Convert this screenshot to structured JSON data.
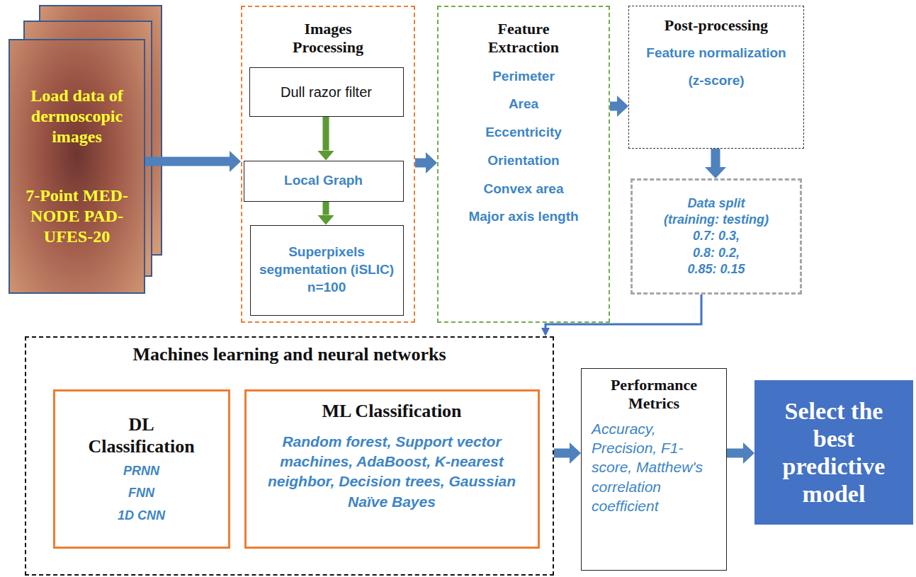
{
  "diagram": {
    "nodes": [
      {
        "text": [
          "Load data of dermoscopic images",
          "7-Point MED-NODE PAD-UFES-20"
        ]
      },
      {
        "text": [
          "Images Processing"
        ]
      },
      {
        "text": [
          "Dull razor filter"
        ],
        "in": 1
      },
      {
        "text": [
          "Local Graph"
        ],
        "in": 1
      },
      {
        "text": [
          "Superpixels segmentation (iSLIC) n=100"
        ],
        "in": 1
      },
      {
        "text": [
          "Feature Extraction",
          "Perimeter",
          "Area",
          "Eccentricity",
          "Orientation",
          "Convex area",
          "Major axis length"
        ]
      },
      {
        "text": [
          "Post-processing",
          "Feature normalization",
          "(z-score)"
        ]
      },
      {
        "text": [
          "Data split",
          "(training: testing)",
          "0.7: 0.3,",
          "0.8: 0.2,",
          "0.85: 0.15"
        ]
      },
      {
        "text": [
          "Machines learning and neural networks"
        ]
      },
      {
        "text": [
          "DL Classification",
          "PRNN",
          "FNN",
          "1D CNN"
        ],
        "in": 8
      },
      {
        "text": [
          "ML Classification",
          "Random forest, Support vector machines, AdaBoost, K-nearest neighbor, Decision trees, Gaussian Naïve Bayes"
        ],
        "in": 8
      },
      {
        "text": [
          "Performance Metrics",
          "Accuracy, Precision, F1-score, Matthew's correlation coefficient"
        ]
      },
      {
        "text": [
          "Select the best predictive model"
        ]
      }
    ],
    "edges": [
      {
        "from": 0,
        "to": 1,
        "arrow": "to"
      },
      {
        "from": 2,
        "to": 3,
        "arrow": "to"
      },
      {
        "from": 3,
        "to": 4,
        "arrow": "to"
      },
      {
        "from": 1,
        "to": 5,
        "arrow": "to"
      },
      {
        "from": 5,
        "to": 6,
        "arrow": "to"
      },
      {
        "from": 6,
        "to": 7,
        "arrow": "to"
      },
      {
        "from": 7,
        "to": 8,
        "arrow": "to"
      },
      {
        "from": 8,
        "to": 11,
        "arrow": "to"
      },
      {
        "from": 11,
        "to": 12,
        "arrow": "to"
      }
    ]
  }
}
